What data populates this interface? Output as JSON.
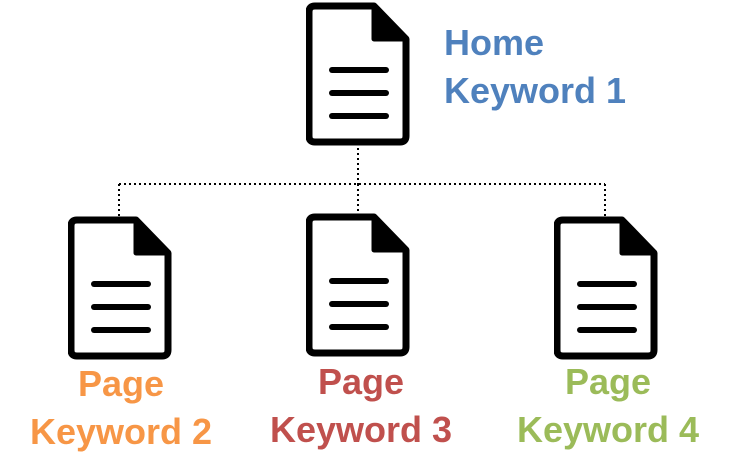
{
  "colors": {
    "home": "#4f81bd",
    "page2": "#f79646",
    "page3": "#c0504d",
    "page4": "#9bbb59",
    "outline": "#000000"
  },
  "home": {
    "icon": "document-icon",
    "line1": "Home",
    "line2": "Keyword 1"
  },
  "pages": [
    {
      "icon": "document-icon",
      "line1": "Page",
      "line2": "Keyword 2"
    },
    {
      "icon": "document-icon",
      "line1": "Page",
      "line2": "Keyword 3"
    },
    {
      "icon": "document-icon",
      "line1": "Page",
      "line2": "Keyword 4"
    }
  ]
}
